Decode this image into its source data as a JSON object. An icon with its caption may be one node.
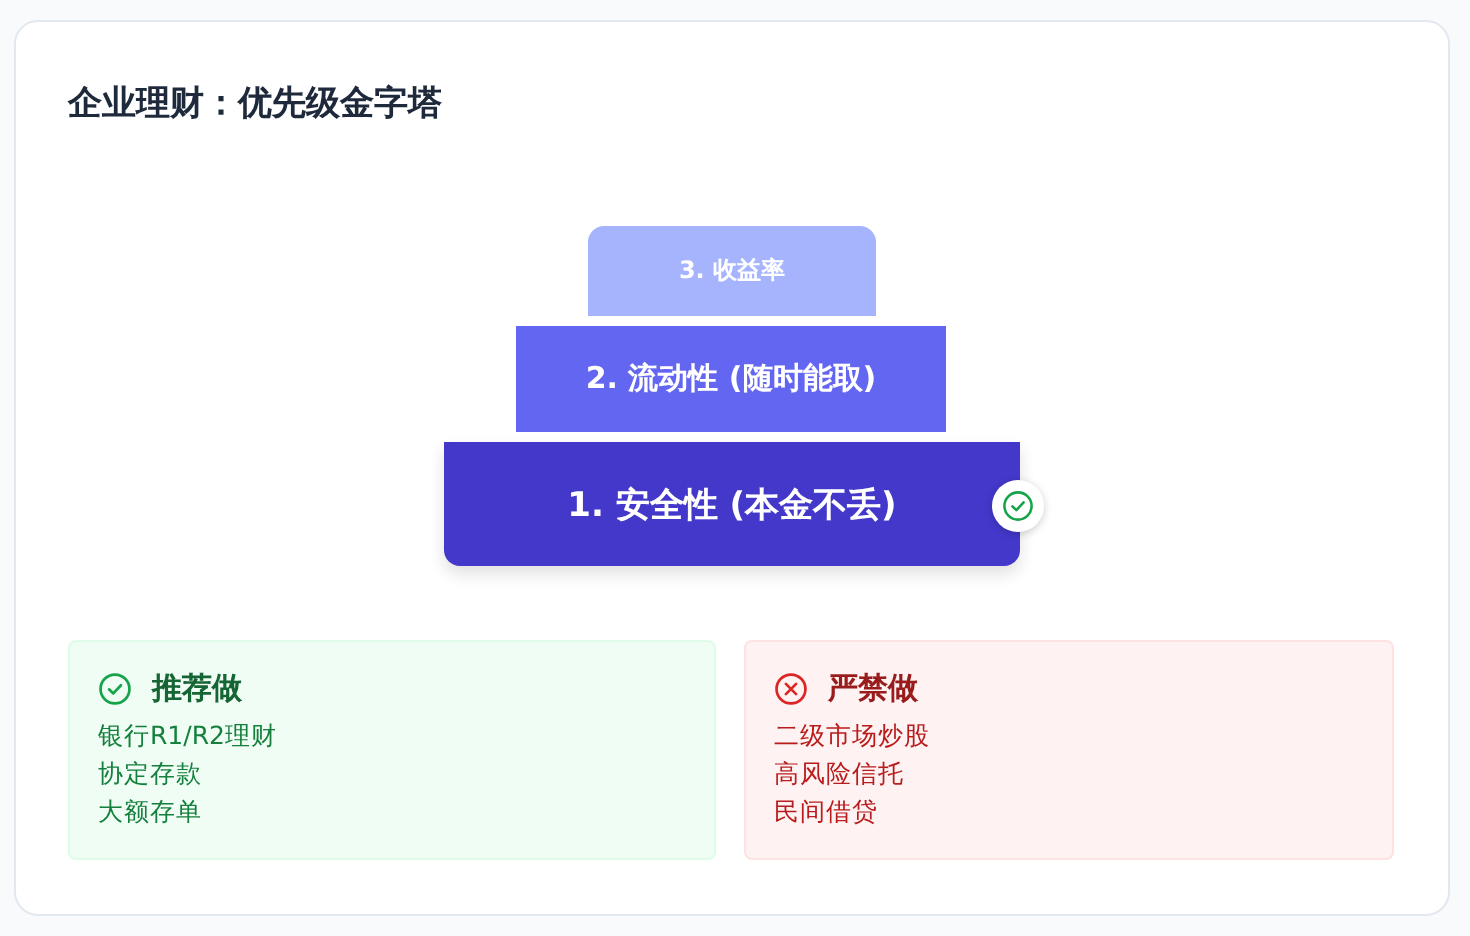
{
  "diagram": {
    "title": "企业理财：优先级金字塔",
    "nodes": [
      {
        "text": [
          "3. 收益率"
        ]
      },
      {
        "text": [
          "2. 流动性 (随时能取)"
        ]
      },
      {
        "text": [
          "1. 安全性 (本金不丢)"
        ]
      },
      {
        "text": [
          "推荐做",
          "银行R1/R2理财",
          "协定存款",
          "大额存单"
        ]
      },
      {
        "text": [
          "严禁做",
          "二级市场炒股",
          "高风险信托",
          "民间借贷"
        ]
      }
    ],
    "edges": []
  }
}
